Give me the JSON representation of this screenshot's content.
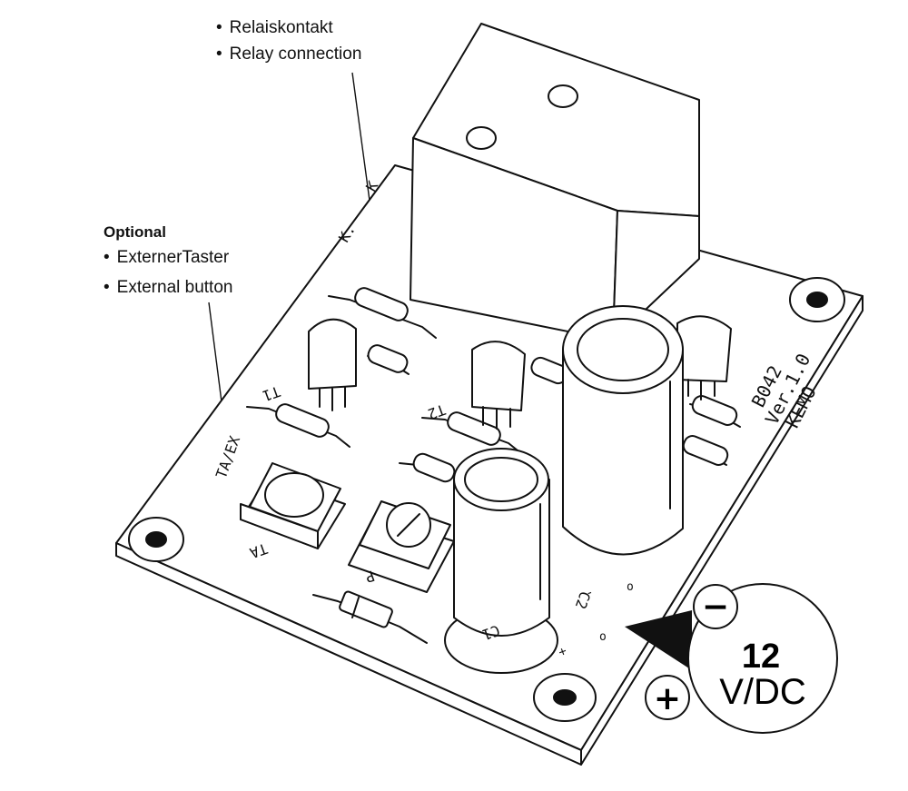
{
  "labels": {
    "relay_de": "Relaiskontakt",
    "relay_en": "Relay connection",
    "optional_title": "Optional",
    "button_de": "ExternerTaster",
    "button_en": "External button",
    "bullet": "•"
  },
  "board": {
    "model": "B042",
    "version": "Ver.1.0",
    "brand": "KEMO",
    "ref_relay_k1": "K",
    "ref_relay_k2": "K.",
    "ref_t1": "T1",
    "ref_t2": "T2",
    "ref_c1": "C1",
    "ref_c2": "C2",
    "ref_p": "P",
    "ref_ta": "TA",
    "ref_ta_ex": "TA/EX",
    "pad_mark": "o",
    "plus_mark": "+",
    "minus_mark": "-"
  },
  "power": {
    "voltage": "12",
    "unit": "V/DC",
    "plus": "+",
    "minus": "−"
  },
  "colors": {
    "ink": "#111111",
    "background": "#ffffff"
  }
}
